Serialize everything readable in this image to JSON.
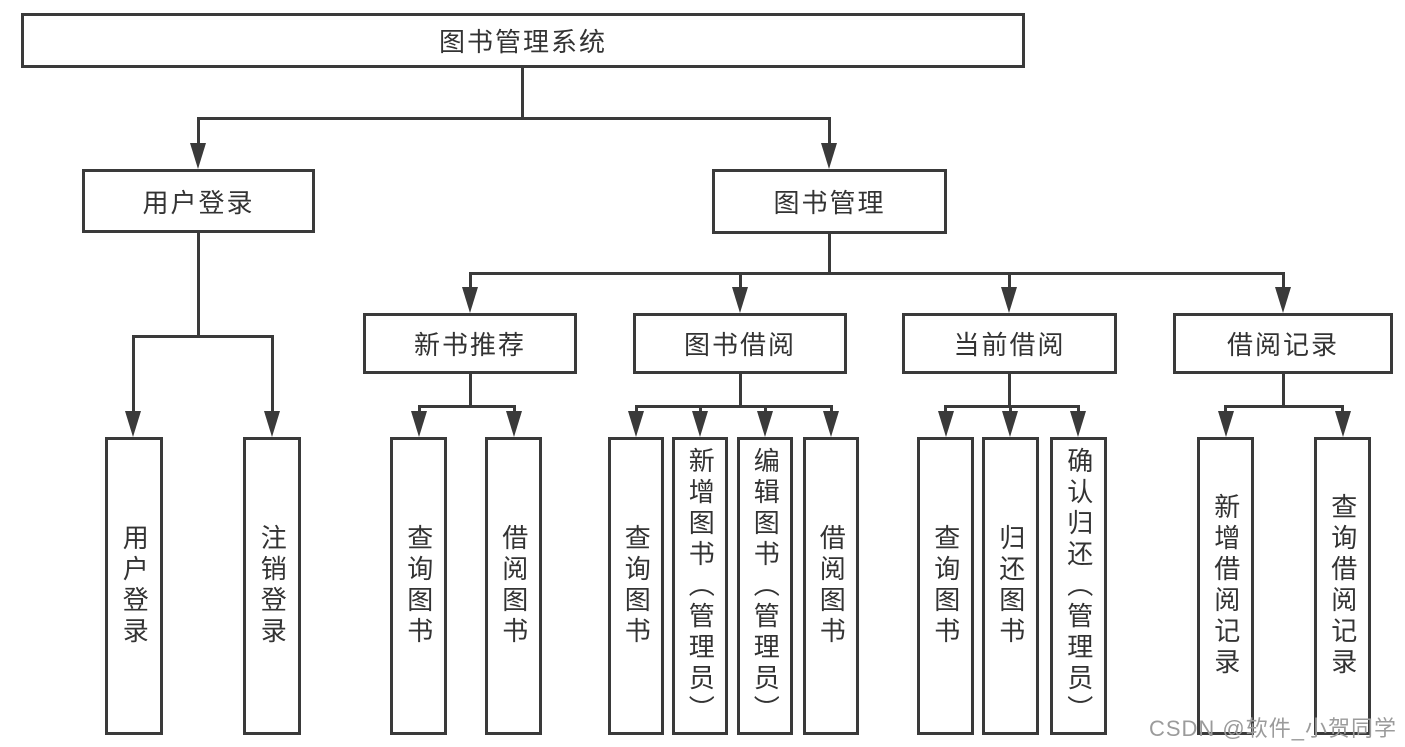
{
  "tree": {
    "root": {
      "label": "图书管理系统"
    },
    "branches": [
      {
        "label": "用户登录",
        "children": [
          {
            "label": "用户登录"
          },
          {
            "label": "注销登录"
          }
        ]
      },
      {
        "label": "图书管理",
        "children": [
          {
            "label": "新书推荐",
            "children": [
              {
                "label": "查询图书"
              },
              {
                "label": "借阅图书"
              }
            ]
          },
          {
            "label": "图书借阅",
            "children": [
              {
                "label": "查询图书"
              },
              {
                "label": "新增图书（管理员）"
              },
              {
                "label": "编辑图书（管理员）"
              },
              {
                "label": "借阅图书"
              }
            ]
          },
          {
            "label": "当前借阅",
            "children": [
              {
                "label": "查询图书"
              },
              {
                "label": "归还图书"
              },
              {
                "label": "确认归还（管理员）"
              }
            ]
          },
          {
            "label": "借阅记录",
            "children": [
              {
                "label": "新增借阅记录"
              },
              {
                "label": "查询借阅记录"
              }
            ]
          }
        ]
      }
    ]
  },
  "watermark": {
    "text": "CSDN @软件_小贺同学"
  },
  "colors": {
    "line": "#3a3a3a",
    "text": "#333333",
    "background": "#ffffff",
    "watermark": "#9b9b9b"
  }
}
